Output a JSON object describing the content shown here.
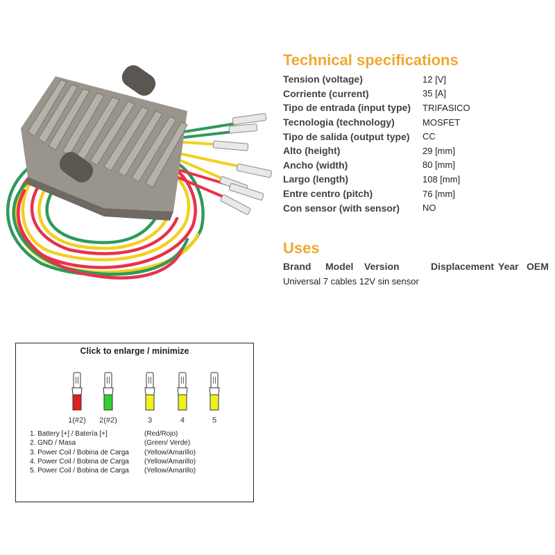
{
  "specs": {
    "title": "Technical specifications",
    "rows": [
      {
        "label": "Tension (voltage)",
        "value": "12 [V]"
      },
      {
        "label": "Corriente (current)",
        "value": "35 [A]"
      },
      {
        "label": "Tipo de entrada (input type)",
        "value": "TRIFASICO"
      },
      {
        "label": "Tecnologia (technology)",
        "value": "MOSFET"
      },
      {
        "label": "Tipo de salida (output type)",
        "value": "CC"
      },
      {
        "label": "Alto (height)",
        "value": "29 [mm]"
      },
      {
        "label": "Ancho (width)",
        "value": "80 [mm]"
      },
      {
        "label": "Largo (length)",
        "value": "108 [mm]"
      },
      {
        "label": "Entre centro (pitch)",
        "value": "76 [mm]"
      },
      {
        "label": "Con sensor (with sensor)",
        "value": "NO"
      }
    ]
  },
  "uses": {
    "title": "Uses",
    "headers": {
      "brand": "Brand",
      "model": "Model",
      "version": "Version",
      "displacement": "Displacement",
      "year": "Year",
      "oem": "OEM"
    },
    "row": "Universal 7 cables 12V sin sensor"
  },
  "diagram": {
    "caption": "Click to enlarge / minimize",
    "terminals": [
      {
        "label": "1(#2)",
        "color": "#e02020"
      },
      {
        "label": "2(#2)",
        "color": "#30d030"
      },
      {
        "label": "3",
        "color": "#f0f020"
      },
      {
        "label": "4",
        "color": "#f0f020"
      },
      {
        "label": "5",
        "color": "#f0f020"
      }
    ],
    "legend": [
      {
        "name": "1. Battery [+] / Batería [+]",
        "color": "(Red/Rojo)"
      },
      {
        "name": "2. GND / Masa",
        "color": "(Green/ Verde)"
      },
      {
        "name": "3. Power Coil / Bobina de Carga",
        "color": "(Yellow/Amarillo)"
      },
      {
        "name": "4. Power Coil / Bobina de Carga",
        "color": "(Yellow/Amarillo)"
      },
      {
        "name": "5. Power Coil / Bobina de Carga",
        "color": "(Yellow/Amarillo)"
      }
    ]
  },
  "colors": {
    "accent": "#f0a830",
    "wire_red": "#e8324a",
    "wire_green": "#2e9a5a",
    "wire_yellow": "#f2d020"
  }
}
